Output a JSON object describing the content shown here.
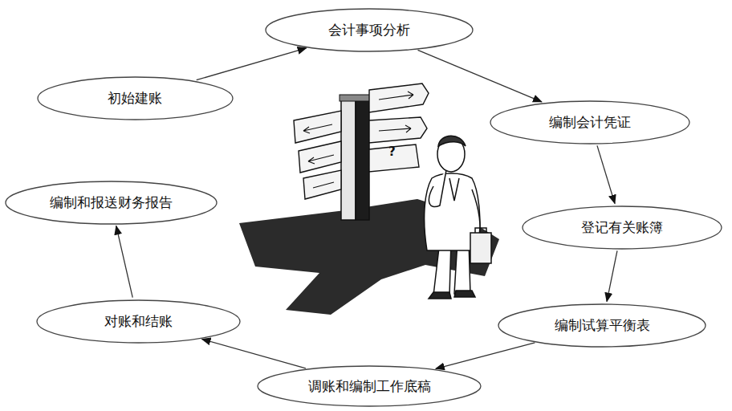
{
  "diagram": {
    "nodes": [
      {
        "text": [
          "初始建账"
        ]
      },
      {
        "text": [
          "会计事项分析"
        ]
      },
      {
        "text": [
          "编制会计凭证"
        ]
      },
      {
        "text": [
          "登记有关账簿"
        ]
      },
      {
        "text": [
          "编制试算平衡表"
        ]
      },
      {
        "text": [
          "调账和编制工作底稿"
        ]
      },
      {
        "text": [
          "对账和结账"
        ]
      },
      {
        "text": [
          "编制和报送财务报告"
        ]
      }
    ],
    "edges": [
      {
        "from": 0,
        "to": 1,
        "arrow": "to"
      },
      {
        "from": 1,
        "to": 2,
        "arrow": "to"
      },
      {
        "from": 2,
        "to": 3,
        "arrow": "to"
      },
      {
        "from": 3,
        "to": 4,
        "arrow": "to"
      },
      {
        "from": 4,
        "to": 5,
        "arrow": "to"
      },
      {
        "from": 5,
        "to": 6,
        "arrow": "to"
      },
      {
        "from": 6,
        "to": 7,
        "arrow": "to"
      }
    ],
    "labels": [
      "?"
    ]
  }
}
